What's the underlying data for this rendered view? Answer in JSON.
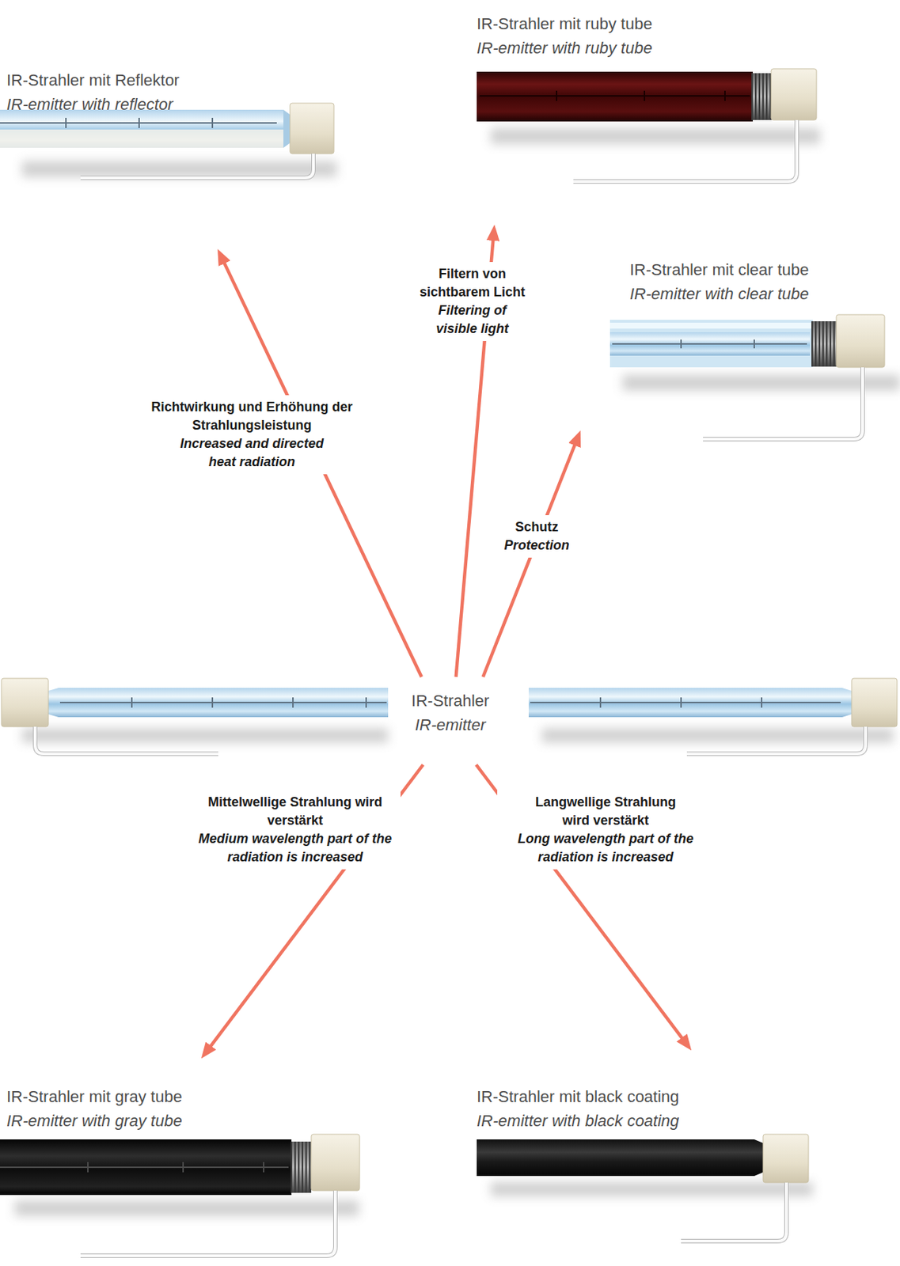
{
  "diagram": {
    "nodes": [
      {
        "text": [
          "IR-Strahler mit Reflektor",
          "IR-emitter with reflector"
        ]
      },
      {
        "text": [
          "IR-Strahler mit ruby tube",
          "IR-emitter with ruby tube"
        ]
      },
      {
        "text": [
          "IR-Strahler mit clear tube",
          "IR-emitter with clear tube"
        ]
      },
      {
        "text": [
          "IR-Strahler",
          "IR-emitter"
        ]
      },
      {
        "text": [
          "IR-Strahler mit gray tube",
          "IR-emitter with gray tube"
        ]
      },
      {
        "text": [
          "IR-Strahler mit black coating",
          "IR-emitter with black coating"
        ]
      }
    ],
    "edges": [
      {
        "from": 3,
        "to": 0,
        "arrow": "to",
        "label": "Richtwirkung und Erhöhung der Strahlungsleistung"
      },
      {
        "from": 3,
        "to": 1,
        "arrow": "to",
        "label": "Filtern von sichtbarem Licht"
      },
      {
        "from": 3,
        "to": 2,
        "arrow": "to",
        "label": "Schutz"
      },
      {
        "from": 3,
        "to": 4,
        "arrow": "to",
        "label": "Mittelwellige Strahlung wird verstärkt"
      },
      {
        "from": 3,
        "to": 5,
        "arrow": "to",
        "label": "Langwellige Strahlung wird verstärkt"
      }
    ],
    "labels": [
      "Increased and directed heat radiation",
      "Filtering of visible light",
      "Protection",
      "Medium wavelength part of the radiation is increased",
      "Long wavelength part of the radiation is increased"
    ]
  }
}
